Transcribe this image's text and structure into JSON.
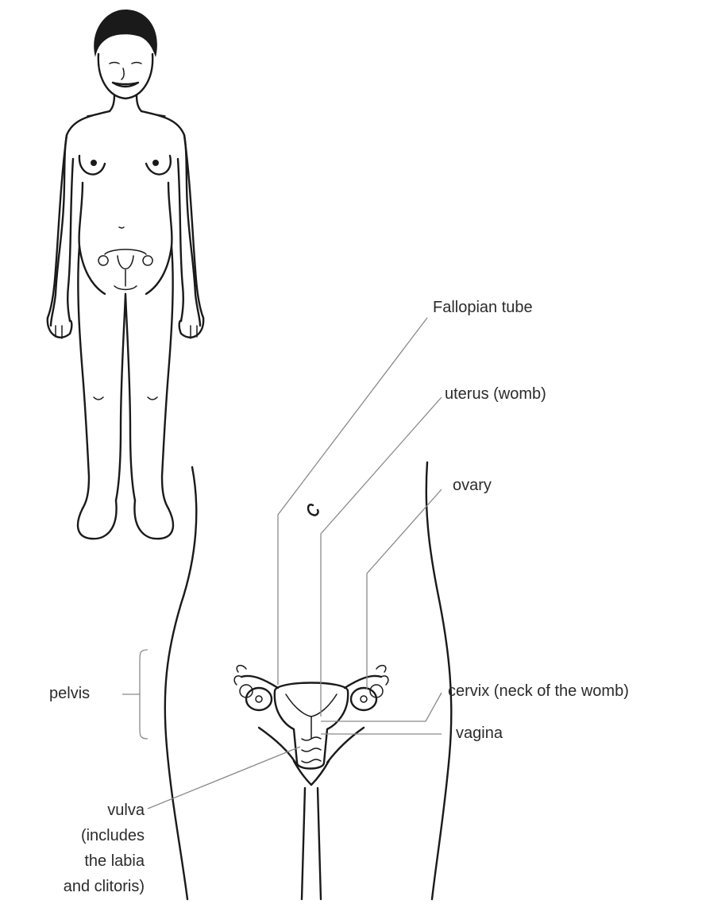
{
  "labels": {
    "fallopian_tube": "Fallopian tube",
    "uterus": "uterus (womb)",
    "ovary": "ovary",
    "cervix": "cervix (neck of the womb)",
    "vagina": "vagina",
    "pelvis": "pelvis",
    "vulva_line1": "vulva",
    "vulva_line2": "(includes",
    "vulva_line3": "the labia",
    "vulva_line4": "and clitoris)"
  },
  "colors": {
    "ink": "#1a1a1a",
    "leader": "#8a8a8a",
    "text": "#2b2b2b",
    "background": "#ffffff"
  }
}
